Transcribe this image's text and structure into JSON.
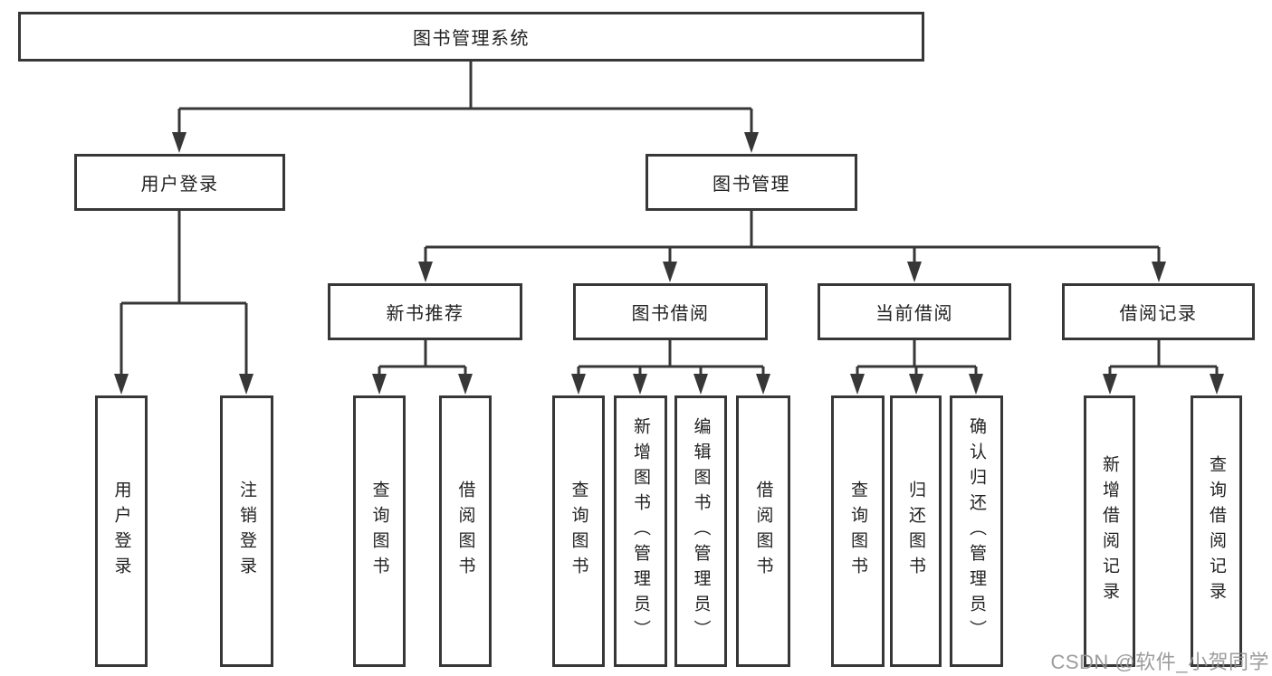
{
  "tree": {
    "root": {
      "label": "图书管理系统"
    },
    "children": [
      {
        "label": "用户登录",
        "children": [
          {
            "label": "用户登录"
          },
          {
            "label": "注销登录"
          }
        ]
      },
      {
        "label": "图书管理",
        "children": [
          {
            "label": "新书推荐",
            "children": [
              {
                "label": "查询图书"
              },
              {
                "label": "借阅图书"
              }
            ]
          },
          {
            "label": "图书借阅",
            "children": [
              {
                "label": "查询图书"
              },
              {
                "label": "新增图书（管理员）"
              },
              {
                "label": "编辑图书（管理员）"
              },
              {
                "label": "借阅图书"
              }
            ]
          },
          {
            "label": "当前借阅",
            "children": [
              {
                "label": "查询图书"
              },
              {
                "label": "归还图书"
              },
              {
                "label": "确认归还（管理员）"
              }
            ]
          },
          {
            "label": "借阅记录",
            "children": [
              {
                "label": "新增借阅记录"
              },
              {
                "label": "查询借阅记录"
              }
            ]
          }
        ]
      }
    ]
  },
  "watermark": {
    "text": "CSDN @软件_小贺同学"
  },
  "colors": {
    "line": "#373737",
    "text": "#222222",
    "watermark": "#949494",
    "background": "#ffffff"
  }
}
